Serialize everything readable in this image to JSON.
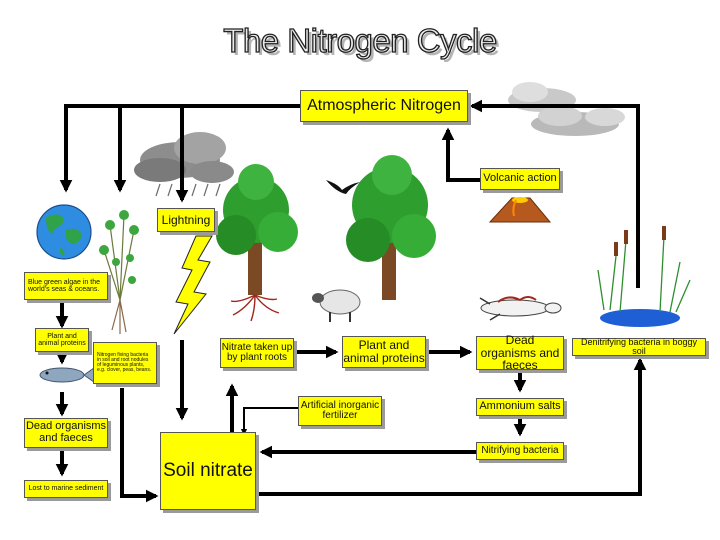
{
  "title": "The Nitrogen Cycle",
  "nodes": {
    "atmospheric_nitrogen": "Atmospheric Nitrogen",
    "volcanic_action": "Volcanic action",
    "lightning": "Lightning",
    "blue_green_algae": "Blue green algae in the world's seas & oceans.",
    "plant_animal_proteins_sea": "Plant and animal proteins",
    "nitrogen_fixing_bacteria": "Nitrogen fixing bacteria in soil and root nodules of leguminous plants, e.g. clover, peas, beans.",
    "dead_organisms_sea": "Dead organisms and faeces",
    "lost_to_marine_sediment": "Lost to marine sediment",
    "soil_nitrate": "Soil nitrate",
    "nitrate_taken_up": "Nitrate taken up by plant roots",
    "plant_animal_proteins_land": "Plant and animal proteins",
    "dead_organisms_land": "Dead organisms and faeces",
    "artificial_fertilizer": "Artificial inorganic fertilizer",
    "ammonium_salts": "Ammonium salts",
    "nitrifying_bacteria": "Nitrifying bacteria",
    "denitrifying_bacteria": "Denitrifying bacteria in boggy soil"
  },
  "colors": {
    "box_fill": "#ffff00",
    "arrow": "#000000",
    "tree_green": "#2e9e2e",
    "water_blue": "#1f5fd6",
    "cloud_grey": "#9a9a9a"
  }
}
